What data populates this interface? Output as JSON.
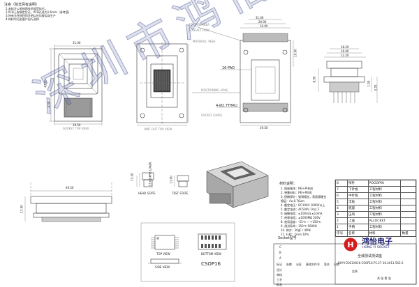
{
  "notes": {
    "title": "注意（除非另有说明）",
    "lines": [
      "1.未标注公差按照技术规范执行。",
      "2.PCB上安装定位孔，PCB孔径为1.6mm（参考值）",
      "3.所有元件除特别注明以外均按实际生产",
      "4.材料均可由客户自行选择"
    ]
  },
  "views": {
    "socket_top": "SOCKET TOP VIEW",
    "unit_top": "UNIT OUT TOP VIEW",
    "top_view": "TOP VIEW",
    "bottom_view": "BOTTOM VIEW",
    "side_view": "SIDE VIEW",
    "ic_label": "CSOP16",
    "head_state": "HEAD STATE",
    "test_state": "TEST STATE"
  },
  "dims": {
    "top_w": "31.00",
    "top_h": "43.00",
    "top_side": "4.30",
    "top_bottom": "19.50",
    "pitch_pad": "16-PAD",
    "holes": "4-Ø2.7THRU",
    "right_w1": "31.00",
    "right_w2": "20.00",
    "right_w3": "16.00",
    "right_h1": "10.00",
    "right_bottom": "19.50",
    "side_w1": "18.20",
    "side_w2": "16.00",
    "side_w3": "12.20",
    "side_h1": "8.50",
    "side_h2": "1.50",
    "side_h3": "3.70",
    "sl_w": "49.50",
    "sl_h": "17.40",
    "hs_h1": "13.20",
    "hs_h2": "13.00(PRE-LOAD)",
    "ts_h": "11.00"
  },
  "annotations": [
    "3D OPEN AREA",
    "CONTACT ROW",
    "MATERIAL: PEEK",
    "POSITIONING HOLE",
    "SOCKET GUIDE"
  ],
  "materials": {
    "title": "材料说明：",
    "lines": [
      "1.  插座基体：PEI+PI合成",
      "2.  弹簧材料：PEI+PEEK",
      "3.  接触探针：铍铜镀金，表面镀硬金",
      "    镀层：Au:0.76um",
      "4.  额定电压：DC100V 1000V以上",
      "5.  额定电流：AC500V 1A以下",
      "6.  接触电阻：≤100mΩ  ≤10mA",
      "7.  绝缘电阻：≥1000MΩ  500V",
      "8.  使用温度：-55℃ ~ +150℃",
      "9.  测试寿命：150℃  5000H",
      "10. 弹力：30gF / 4PIN",
      "11. 行程：1mm  10%"
    ]
  },
  "parts_table": {
    "rows": [
      {
        "name": "探针",
        "material": "POGOPIN",
        "qty": ""
      },
      {
        "name": "下针板",
        "material": "工程材料",
        "qty": ""
      },
      {
        "name": "中针板",
        "material": "工程材料",
        "qty": ""
      },
      {
        "name": "浮板",
        "material": "工程材料",
        "qty": ""
      },
      {
        "name": "底座",
        "material": "工程材料",
        "qty": ""
      },
      {
        "name": "压块",
        "material": "工程材料",
        "qty": ""
      },
      {
        "name": "上盖",
        "material": "ALLOCKET",
        "qty": ""
      },
      {
        "name": "手柄",
        "material": "工程材料",
        "qty": ""
      }
    ],
    "header": [
      "序号",
      "名称",
      "材料",
      "数量"
    ],
    "socket_type": "Socket型号"
  },
  "company": {
    "name_cn": "鸿怡电子",
    "name_en": "HONG YI SOCKET"
  },
  "title_block": {
    "revisions": [
      "C",
      "B",
      "A"
    ],
    "rev_header": [
      "标记",
      "处数",
      "分区",
      "更改文件号",
      "签名",
      "日期"
    ],
    "title": "全城测试测试座",
    "part_no": "RHYY-2021X016-CSOP16-P1.27-16.4X11.5X2.2",
    "roles": [
      "设计",
      "审核",
      "工艺",
      "批准"
    ],
    "ratio": "比例",
    "sheet": "共  张 第  张"
  },
  "watermark": "深圳市鸿怡电子有限公司"
}
